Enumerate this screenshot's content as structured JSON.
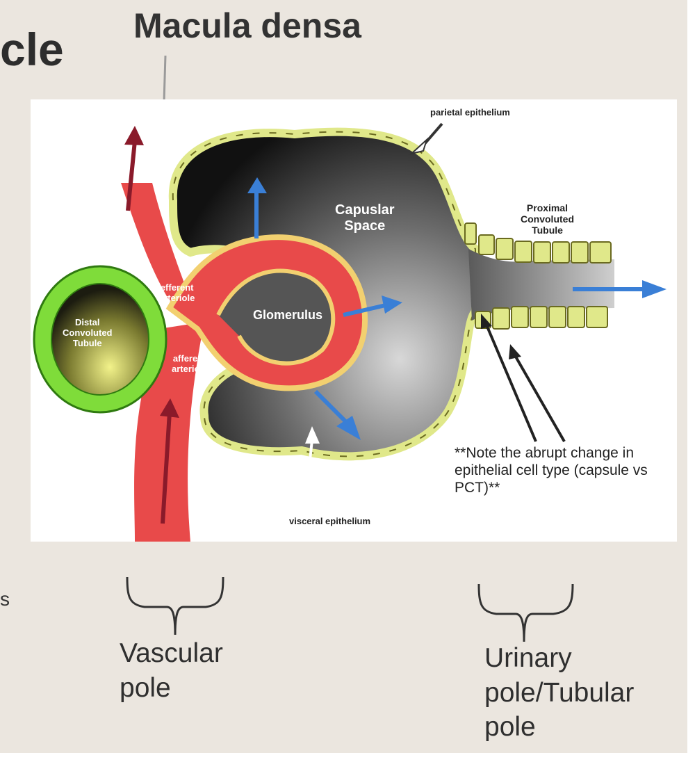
{
  "slide": {
    "title_fragment": "cle",
    "heading": "Macula densa",
    "side_fragment": "s"
  },
  "figure": {
    "labels": {
      "parietal": "parietal epithelium",
      "capsular_space": "Capuslar\nSpace",
      "proximal": "Proximal\nConvoluted\nTubule",
      "efferent": "efferent\narteriole",
      "afferent": "afferent\narteriole",
      "glomerulus": "Glomerulus",
      "distal": "Distal\nConvoluted\nTubule",
      "visceral": "visceral epithelium"
    },
    "note": "**Note the abrupt change in epithelial cell type (capsule vs PCT)**"
  },
  "poles": {
    "vascular": "Vascular\npole",
    "urinary": "Urinary\npole/Tubular\npole"
  },
  "colors": {
    "background": "#ebe6df",
    "vessel": "#e84a4a",
    "epithelium": "#e0e88a",
    "distal_cells": "#7fdc3a",
    "arrow_blue": "#3a7fd6",
    "arrow_dark_red": "#8a1a2a"
  }
}
